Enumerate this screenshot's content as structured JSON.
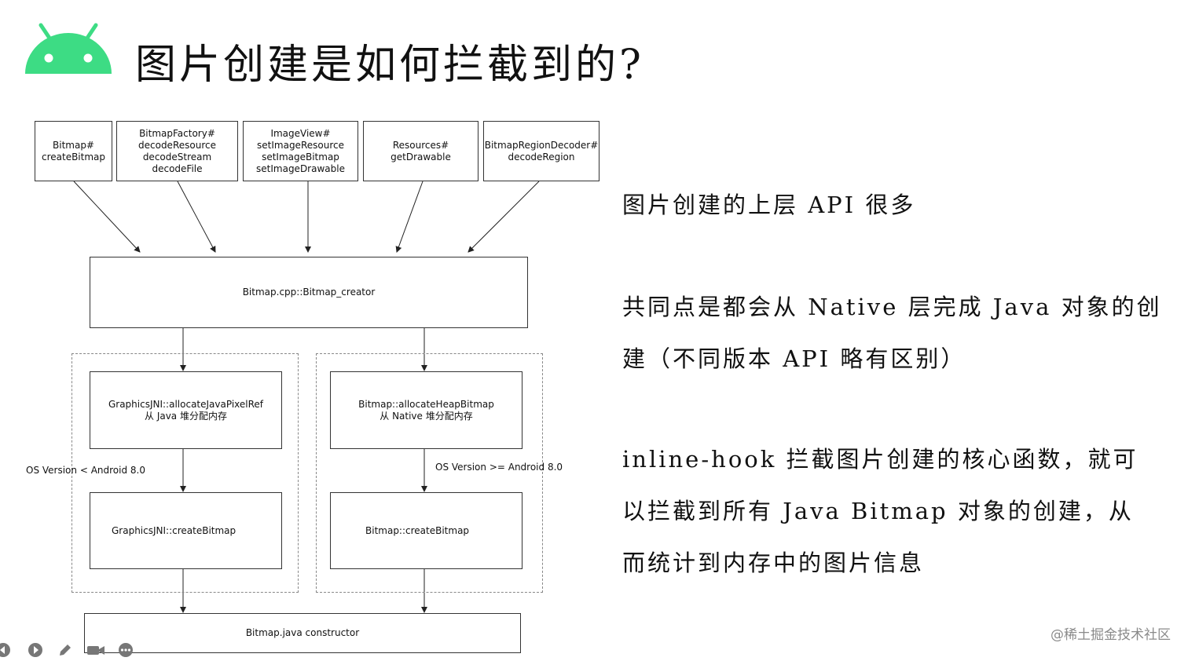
{
  "slide": {
    "title": "图片创建是如何拦截到的?"
  },
  "diagram": {
    "top_boxes": [
      {
        "lines": [
          "Bitmap#",
          "createBitmap"
        ]
      },
      {
        "lines": [
          "BitmapFactory#",
          "decodeResource",
          "decodeStream",
          "decodeFile"
        ]
      },
      {
        "lines": [
          "ImageView#",
          "setImageResource",
          "setImageBitmap",
          "setImageDrawable"
        ]
      },
      {
        "lines": [
          "Resources#",
          "getDrawable"
        ]
      },
      {
        "lines": [
          "BitmapRegionDecoder#",
          "decodeRegion"
        ]
      }
    ],
    "creator": "Bitmap.cpp::Bitmap_creator",
    "left_alloc": [
      "GraphicsJNI::allocateJavaPixelRef",
      "从 Java 堆分配内存"
    ],
    "right_alloc": [
      "Bitmap::allocateHeapBitmap",
      "从 Native 堆分配内存"
    ],
    "left_condition": "OS Version < Android 8.0",
    "right_condition": "OS Version >= Android 8.0",
    "left_create": "GraphicsJNI::createBitmap",
    "right_create": "Bitmap::createBitmap",
    "constructor": "Bitmap.java constructor"
  },
  "notes": {
    "p1": "图片创建的上层 API 很多",
    "p2_line1": "共同点是都会从 Native 层完成 Java 对象的创",
    "p2_line2": "建（不同版本 API 略有区别）",
    "p3_line1": "inline-hook  拦截图片创建的核心函数，就可",
    "p3_line2": "以拦截到所有  Java Bitmap 对象的创建，从",
    "p3_line3": "而统计到内存中的图片信息"
  },
  "watermark": "@稀土掘金技术社区",
  "icons": {
    "logo": "android-logo-icon",
    "logo_color": "#3DDC84",
    "toolbar": [
      "prev-icon",
      "play-icon",
      "pen-icon",
      "camera-icon",
      "more-icon"
    ]
  }
}
